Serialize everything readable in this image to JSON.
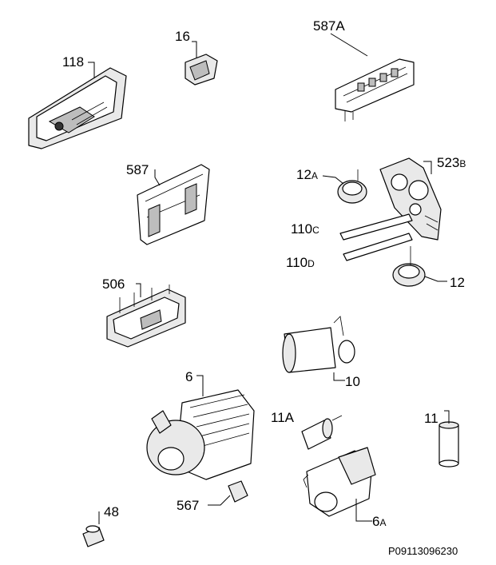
{
  "parts": {
    "p118": "118",
    "p16": "16",
    "p587a": "587A",
    "p587": "587",
    "p12a_num": "12",
    "p12a_suf": "A",
    "p523b_num": "523",
    "p523b_suf": "B",
    "p110c_num": "110",
    "p110c_suf": "C",
    "p110d_num": "110",
    "p110d_suf": "D",
    "p12": "12",
    "p506": "506",
    "p10": "10",
    "p6": "6",
    "p11a": "11A",
    "p11": "11",
    "p567": "567",
    "p48": "48",
    "p6a_num": "6",
    "p6a_suf": "A"
  },
  "drawing_code": "P09113096230"
}
